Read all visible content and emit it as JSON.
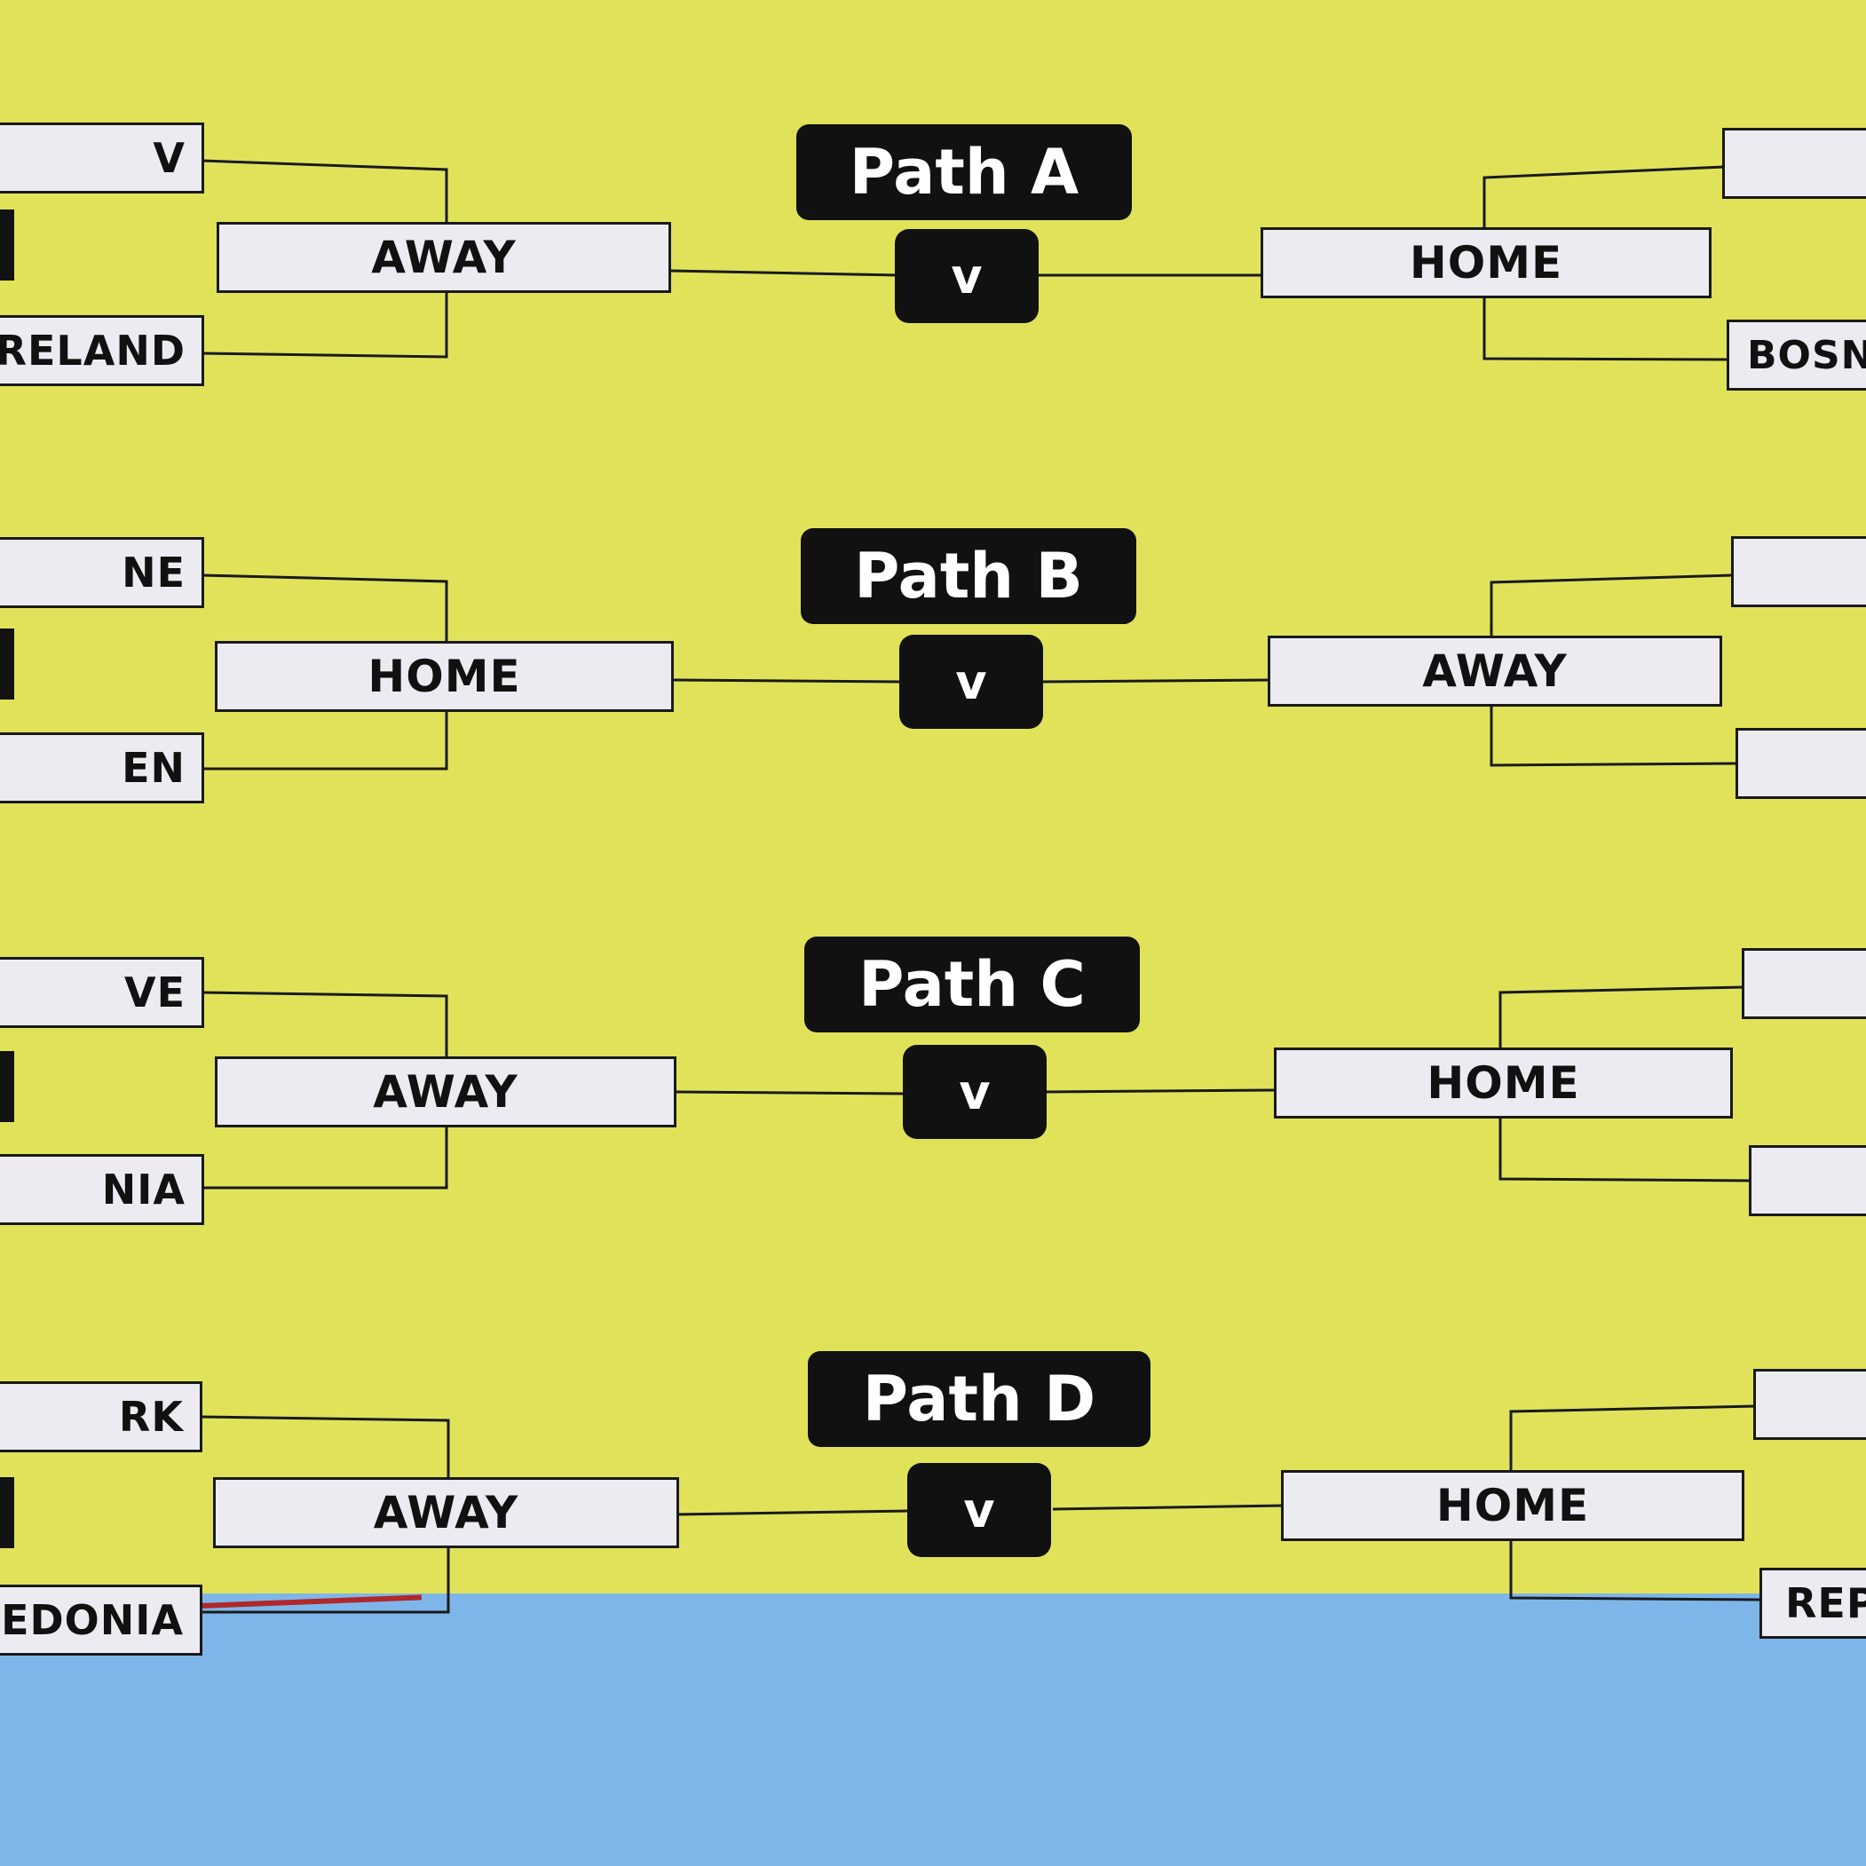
{
  "paths": [
    {
      "label": "Path A",
      "vs": "v",
      "left": {
        "slot": "AWAY",
        "team_top": "V",
        "team_bottom": "RELAND"
      },
      "right": {
        "slot": "HOME",
        "team_top": "",
        "team_bottom": "BOSNIA"
      }
    },
    {
      "label": "Path B",
      "vs": "v",
      "left": {
        "slot": "HOME",
        "team_top": "NE",
        "team_bottom": "EN"
      },
      "right": {
        "slot": "AWAY",
        "team_top": "",
        "team_bottom": ""
      }
    },
    {
      "label": "Path C",
      "vs": "v",
      "left": {
        "slot": "AWAY",
        "team_top": "VE",
        "team_bottom": "NIA"
      },
      "right": {
        "slot": "HOME",
        "team_top": "",
        "team_bottom": ""
      }
    },
    {
      "label": "Path D",
      "vs": "v",
      "left": {
        "slot": "AWAY",
        "team_top": "RK",
        "team_bottom": "EDONIA"
      },
      "right": {
        "slot": "HOME",
        "team_top": "",
        "team_bottom": "REP"
      }
    }
  ]
}
